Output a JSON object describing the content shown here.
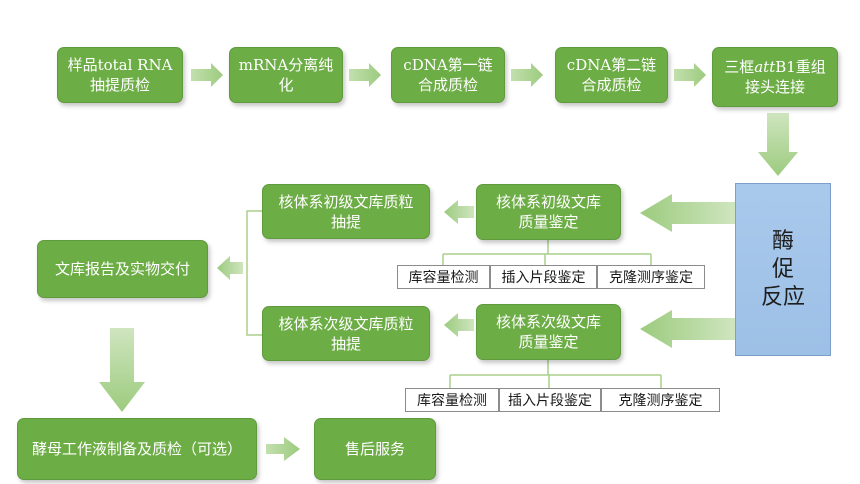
{
  "nodes": {
    "n1": {
      "line1": "样品total RNA",
      "line2": "抽提质检"
    },
    "n2": {
      "line1": "mRNA分离纯",
      "line2": "化"
    },
    "n3": {
      "line1": "cDNA第一链",
      "line2": "合成质检"
    },
    "n4": {
      "line1": "cDNA第二链",
      "line2": "合成质检"
    },
    "n5": {
      "line1_pre": "三框",
      "line1_em": "att",
      "line1_post": "B1重组",
      "line2": "接头连接"
    },
    "enzyme": {
      "line1": "酶",
      "line2": "促",
      "line3": "反应"
    },
    "primary_qc": {
      "line1": "核体系初级文库",
      "line2": "质量鉴定"
    },
    "primary_plasmid": {
      "line1": "核体系初级文库质粒",
      "line2": "抽提"
    },
    "secondary_qc": {
      "line1": "核体系次级文库",
      "line2": "质量鉴定"
    },
    "secondary_plasmid": {
      "line1": "核体系次级文库质粒",
      "line2": "抽提"
    },
    "report": {
      "line1": "文库报告及实物交付"
    },
    "yeast": {
      "line1": "酵母工作液制备及质检（可选）"
    },
    "service": {
      "line1": "售后服务"
    }
  },
  "qc_items_primary": [
    "库容量检测",
    "插入片段鉴定",
    "克隆测序鉴定"
  ],
  "qc_items_secondary": [
    "库容量检测",
    "插入片段鉴定",
    "克隆测序鉴定"
  ],
  "colors": {
    "box_fill": "#6dad46",
    "arrow_fill": "#a8d08d",
    "enzyme_fill": "#9dc0e6",
    "connector": "#a9cf8c"
  }
}
